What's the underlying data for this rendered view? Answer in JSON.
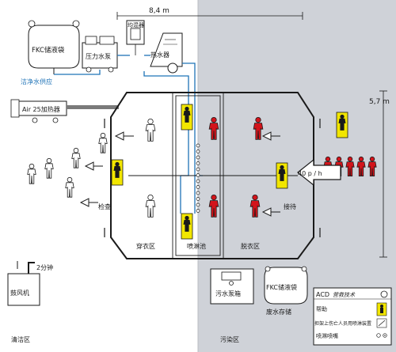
{
  "dimensions": {
    "width": "8,4 m",
    "depth": "5,7 m"
  },
  "colors": {
    "contaminated_zone": "#cfd2d8",
    "clean_zone": "#ffffff",
    "water_line": "#1f73b7",
    "warm_line": "#7a7a7a",
    "helper_suit": "#f2e600",
    "victim": "#d3141b",
    "person_clean": "#ffffff",
    "outline": "#1a1a1a"
  },
  "equipment": {
    "fkc_bag_top": "FKC储液袋",
    "pressure_pump": "压力水泵",
    "mixer": "均混器",
    "heater": "热水器",
    "clean_water_supply": "洁净水供应",
    "air_heater": "Air 25加热器",
    "sewage_pump": "污水泵箱",
    "fkc_bag_bottom": "FKC储液袋",
    "wastewater_storage": "废水存储",
    "blower": "鼓风机"
  },
  "areas": {
    "dressing": "穿衣区",
    "shower": "喷淋池",
    "undressing": "脱衣区",
    "inspection": "检查",
    "reception": "接待",
    "clean_zone": "清洁区",
    "contaminated_zone": "污染区"
  },
  "flow_rate": "40 p / h",
  "timer": "2分钟",
  "legend": {
    "title_brand": "ACD",
    "title_text": "营救技术",
    "items": [
      {
        "label": "帮助",
        "icon": "helper-person-icon"
      },
      {
        "label": "担架上伤亡人员用喷淋装置",
        "icon": "stretcher-icon"
      },
      {
        "label": "喷淋喷嘴",
        "icon": "nozzle-icon"
      }
    ]
  }
}
